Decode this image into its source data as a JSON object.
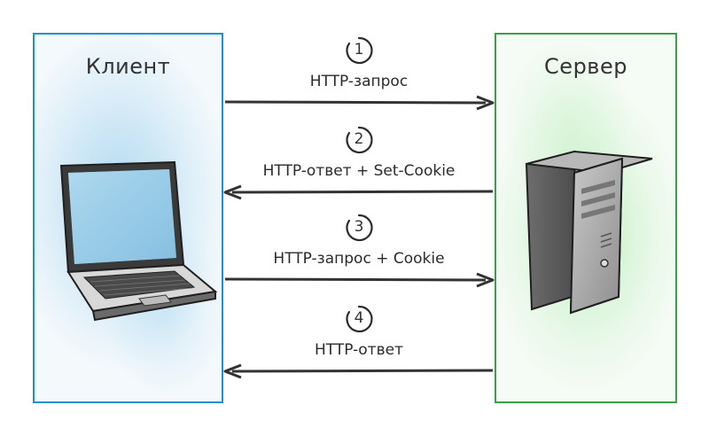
{
  "client": {
    "title": "Клиент",
    "device_icon": "laptop-icon",
    "accent": "#1e8fcf"
  },
  "server": {
    "title": "Сервер",
    "device_icon": "server-tower-icon",
    "accent": "#3aa04a"
  },
  "steps": [
    {
      "number": "1",
      "label": "HTTP-запрос",
      "direction": "to-server"
    },
    {
      "number": "2",
      "label": "HTTP-ответ + Set-Cookie",
      "direction": "to-client"
    },
    {
      "number": "3",
      "label": "HTTP-запрос + Cookie",
      "direction": "to-server"
    },
    {
      "number": "4",
      "label": "HTTP-ответ",
      "direction": "to-client"
    }
  ]
}
